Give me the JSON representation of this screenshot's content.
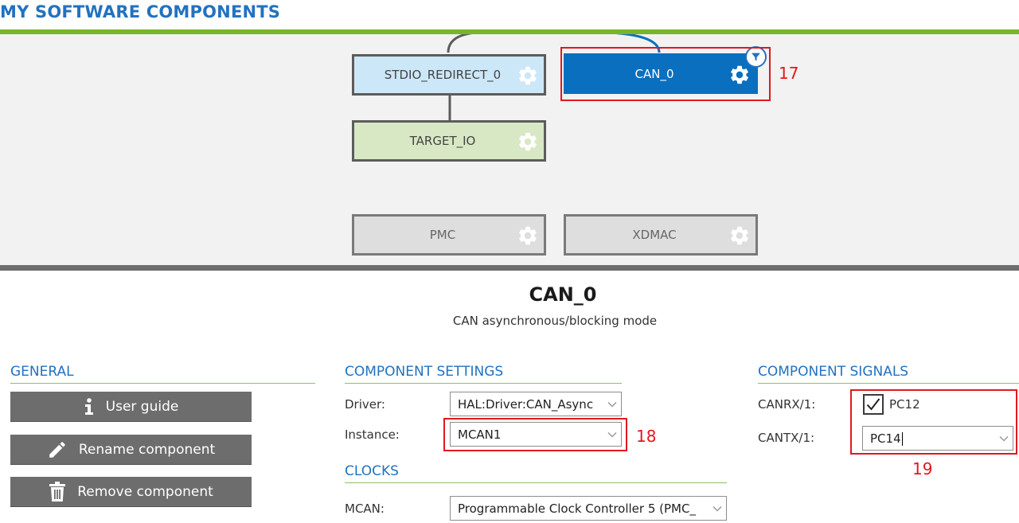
{
  "page_title": "MY SOFTWARE COMPONENTS",
  "components": {
    "stdio": "STDIO_REDIRECT_0",
    "can": "CAN_0",
    "target_io": "TARGET_IO",
    "pmc": "PMC",
    "xdmac": "XDMAC"
  },
  "callouts": {
    "c17": "17",
    "c18": "18",
    "c19": "19"
  },
  "detail": {
    "title": "CAN_0",
    "subtitle": "CAN asynchronous/blocking mode"
  },
  "general": {
    "heading": "GENERAL",
    "user_guide": "User guide",
    "rename": "Rename component",
    "remove": "Remove component"
  },
  "settings": {
    "heading": "COMPONENT SETTINGS",
    "driver_label": "Driver:",
    "driver_value": "HAL:Driver:CAN_Async",
    "instance_label": "Instance:",
    "instance_value": "MCAN1"
  },
  "clocks": {
    "heading": "CLOCKS",
    "mcan_label": "MCAN:",
    "mcan_value": "Programmable Clock Controller 5 (PMC_"
  },
  "signals": {
    "heading": "COMPONENT SIGNALS",
    "canrx_label": "CANRX/1:",
    "canrx_value": "PC12",
    "canrx_checked": true,
    "cantx_label": "CANTX/1:",
    "cantx_value": "PC14"
  },
  "colors": {
    "accent_blue": "#2272c0",
    "accent_green": "#7ab527",
    "selected_component": "#0a6fbf",
    "callout_red": "#e0191e"
  },
  "icons": [
    "gear-icon",
    "filter-icon",
    "info-icon",
    "pencil-icon",
    "trash-icon",
    "chevron-down-icon",
    "checkmark-icon"
  ]
}
